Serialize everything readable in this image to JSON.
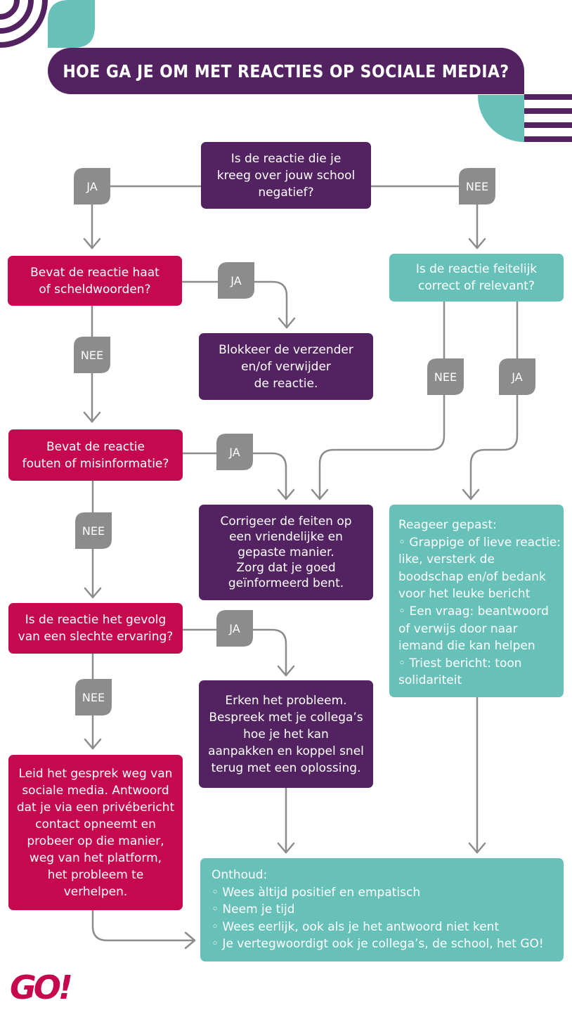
{
  "title": "HOE GA JE OM MET REACTIES OP SOCIALE MEDIA?",
  "colors": {
    "purple": "#532361",
    "red": "#c6084f",
    "teal": "#67c1b9",
    "gray": "#8c8c8c"
  },
  "labels": {
    "yes": "JA",
    "no": "NEE"
  },
  "nodes": {
    "start": "Is de reactie die je\nkreeg over jouw school\nnegatief?",
    "hate": "Bevat de reactie haat\nof scheldwoorden?",
    "block": "Blokkeer de verzender\nen/of verwijder\nde reactie.",
    "factual": "Is de reactie feitelijk\ncorrect of relevant?",
    "misinfo": "Bevat de reactie\nfouten of misinformatie?",
    "correct": "Corrigeer de feiten op\neen vriendelijke en\ngepaste manier.\nZorg dat je goed\ngeïnformeerd bent.",
    "bad_experience": "Is de reactie het gevolg\nvan een slechte ervaring?",
    "acknowledge": "Erken het probleem.\nBespreek met je collega’s\nhoe je het kan\naanpakken en koppel snel\nterug met een oplossing.",
    "redirect": "Leid het gesprek weg van\nsociale media. Antwoord\ndat je via een privébericht\ncontact opneemt en\nprobeer op die manier,\nweg van het platform,\nhet probleem te\nverhelpen.",
    "respond": [
      "Reageer gepast:",
      "◦ Grappige of lieve reactie:",
      "like, versterk de",
      "boodschap en/of bedank",
      "voor het leuke bericht",
      "◦ Een vraag: beantwoord",
      "of verwijs door naar",
      "iemand die kan helpen",
      "◦ Triest bericht: toon",
      "solidariteit"
    ],
    "remember": [
      "Onthoud:",
      "◦ Wees àltijd positief en empatisch",
      "◦ Neem je tijd",
      "◦ Wees eerlijk, ook als je het antwoord niet kent",
      "◦ Je vertegwoordigt ook je collega’s, de school, het GO!"
    ]
  },
  "logo": "GO!"
}
